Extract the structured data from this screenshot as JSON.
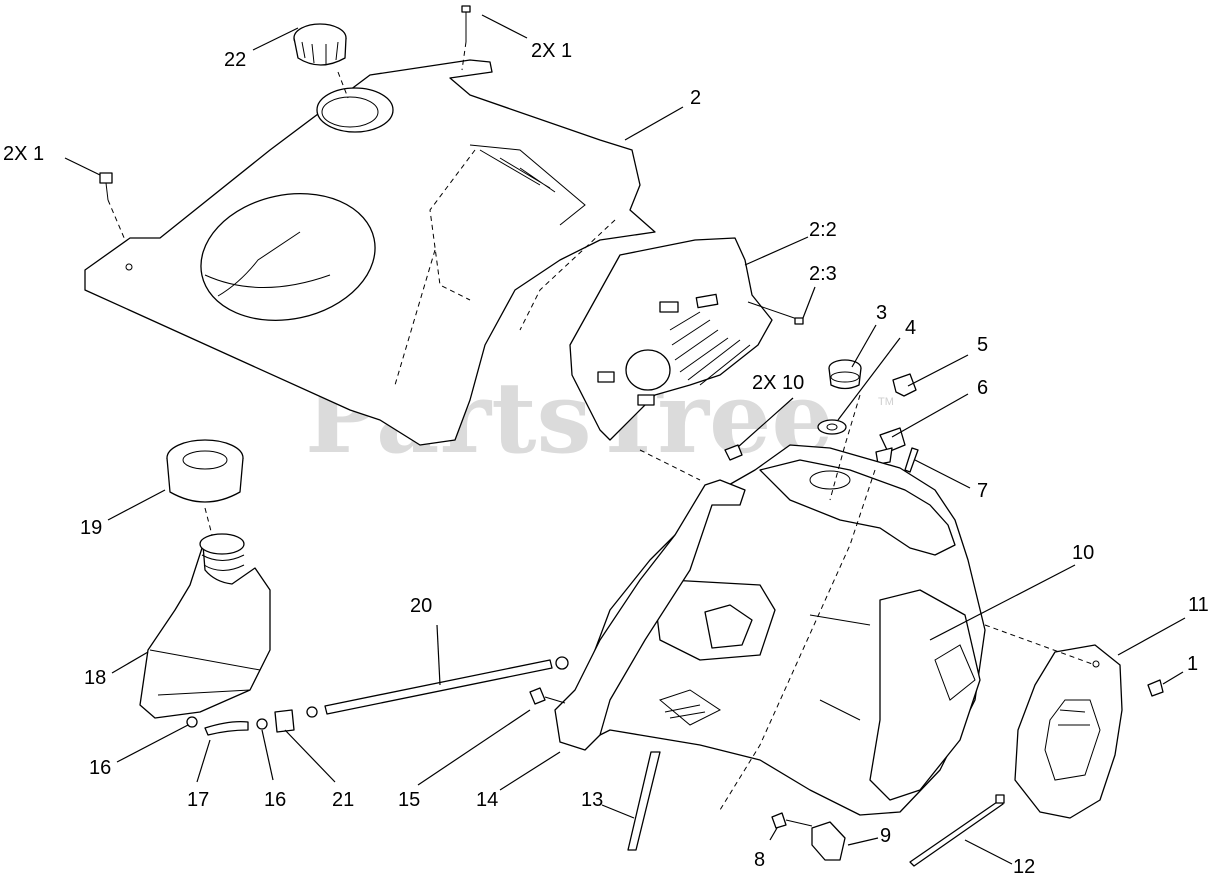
{
  "watermark": {
    "text": "PartsTree",
    "trademark": "TM"
  },
  "callouts": [
    {
      "id": "c-22",
      "label": "22"
    },
    {
      "id": "c-2x1-top",
      "label": "2X  1"
    },
    {
      "id": "c-2",
      "label": "2"
    },
    {
      "id": "c-2x1-left",
      "label": "2X  1"
    },
    {
      "id": "c-2-2",
      "label": "2:2"
    },
    {
      "id": "c-2-3",
      "label": "2:3"
    },
    {
      "id": "c-3",
      "label": "3"
    },
    {
      "id": "c-4",
      "label": "4"
    },
    {
      "id": "c-5",
      "label": "5"
    },
    {
      "id": "c-6",
      "label": "6"
    },
    {
      "id": "c-2x10",
      "label": "2X  10"
    },
    {
      "id": "c-7",
      "label": "7"
    },
    {
      "id": "c-10",
      "label": "10"
    },
    {
      "id": "c-11",
      "label": "11"
    },
    {
      "id": "c-1",
      "label": "1"
    },
    {
      "id": "c-19",
      "label": "19"
    },
    {
      "id": "c-20",
      "label": "20"
    },
    {
      "id": "c-18",
      "label": "18"
    },
    {
      "id": "c-16a",
      "label": "16"
    },
    {
      "id": "c-17",
      "label": "17"
    },
    {
      "id": "c-16b",
      "label": "16"
    },
    {
      "id": "c-21",
      "label": "21"
    },
    {
      "id": "c-15",
      "label": "15"
    },
    {
      "id": "c-14",
      "label": "14"
    },
    {
      "id": "c-13",
      "label": "13"
    },
    {
      "id": "c-8",
      "label": "8"
    },
    {
      "id": "c-9",
      "label": "9"
    },
    {
      "id": "c-12",
      "label": "12"
    }
  ]
}
